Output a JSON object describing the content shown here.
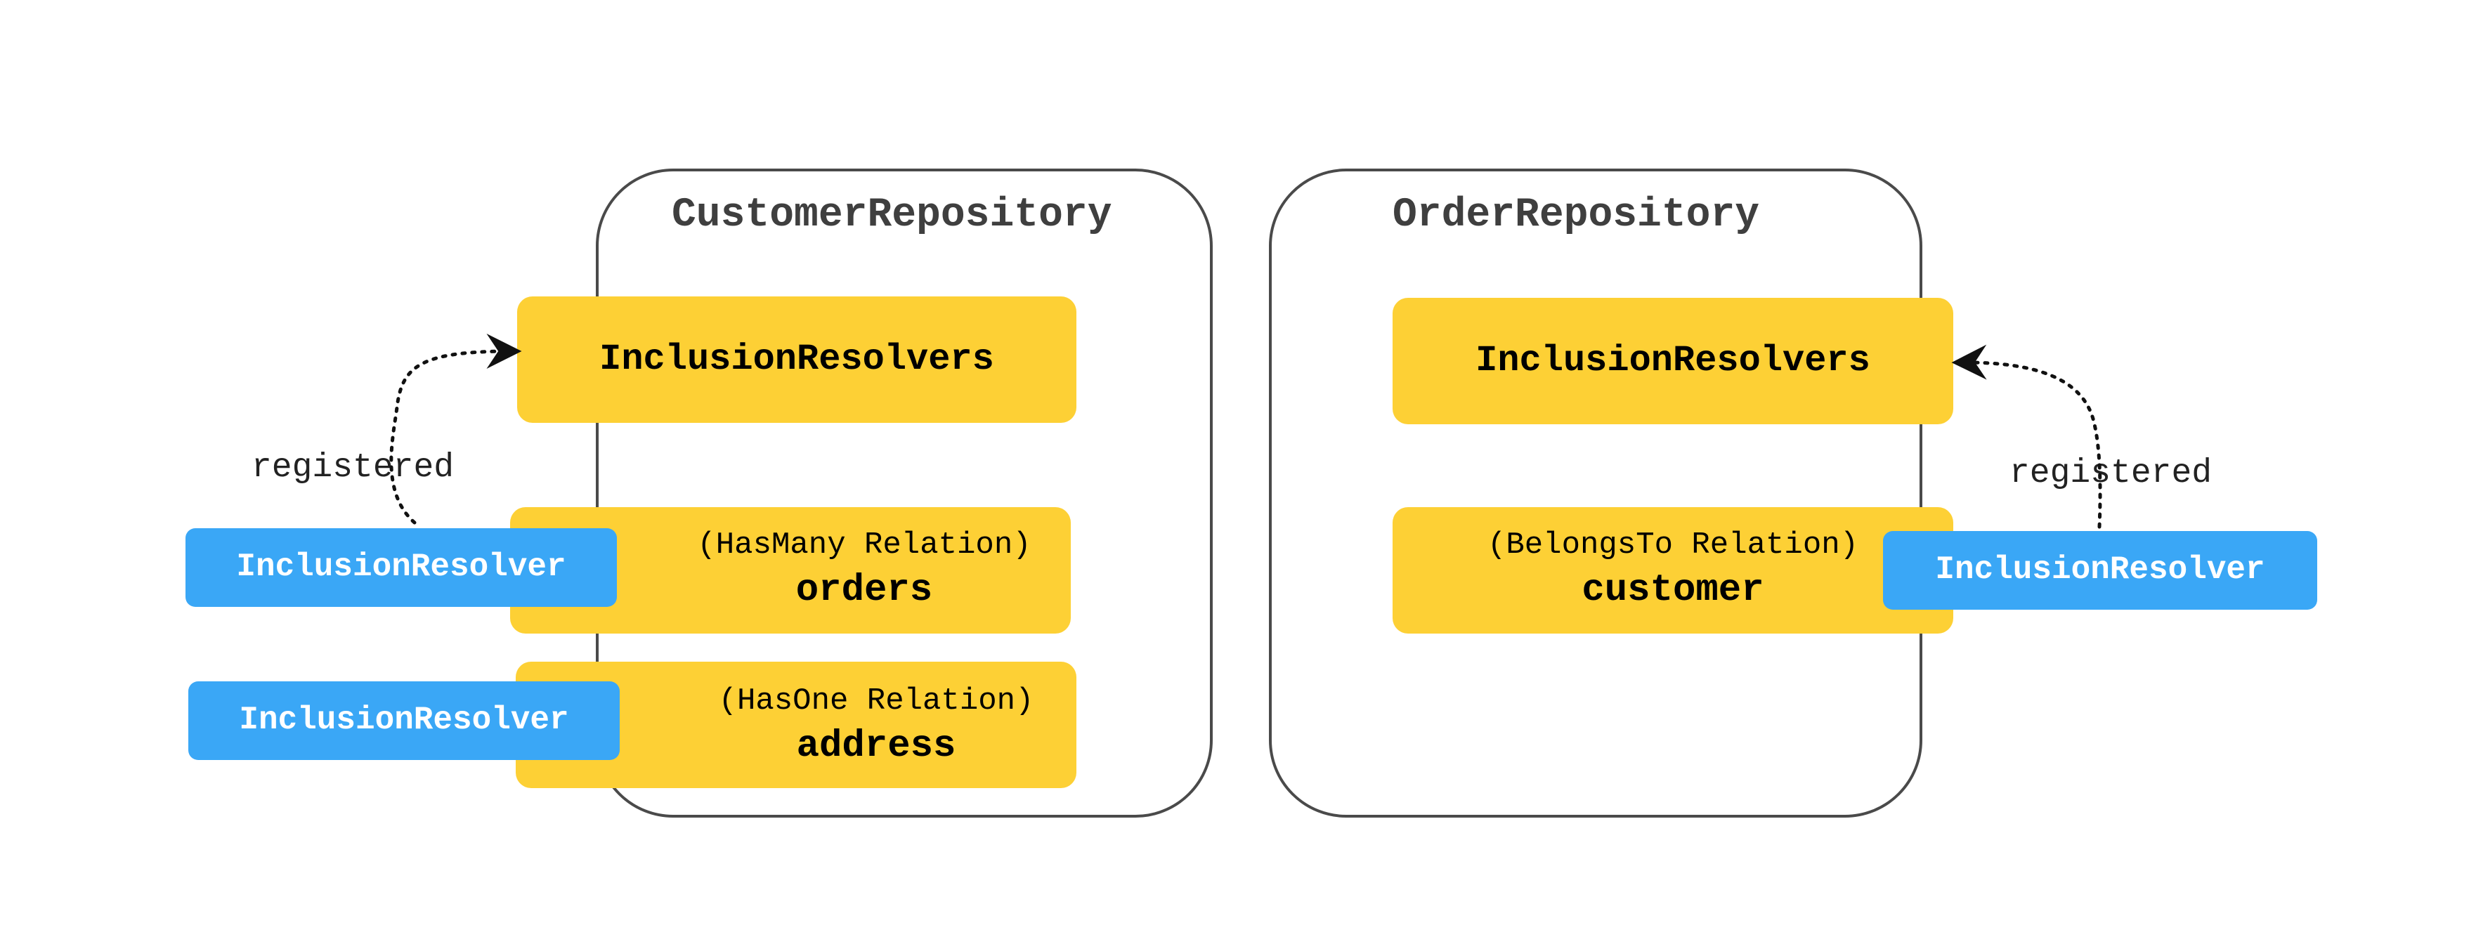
{
  "customer_repository": {
    "title": "CustomerRepository",
    "inclusion_resolvers": "InclusionResolvers",
    "relations": [
      {
        "type_label": "(HasMany Relation)",
        "name": "orders",
        "resolver": "InclusionResolver"
      },
      {
        "type_label": "(HasOne Relation)",
        "name": "address",
        "resolver": "InclusionResolver"
      }
    ],
    "registered_label": "registered"
  },
  "order_repository": {
    "title": "OrderRepository",
    "inclusion_resolvers": "InclusionResolvers",
    "relations": [
      {
        "type_label": "(BelongsTo Relation)",
        "name": "customer",
        "resolver": "InclusionResolver"
      }
    ],
    "registered_label": "registered"
  },
  "colors": {
    "yellow": "#fdd035",
    "blue": "#3aa7f6",
    "border": "#4a4a4a"
  }
}
